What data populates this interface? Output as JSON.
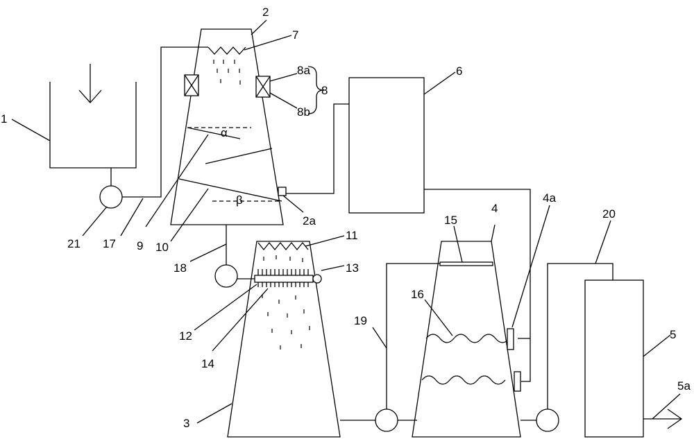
{
  "labels": {
    "n1": "1",
    "n2": "2",
    "n2a": "2a",
    "n3": "3",
    "n4": "4",
    "n4a": "4a",
    "n5": "5",
    "n5a": "5a",
    "n6": "6",
    "n7": "7",
    "n8": "8",
    "n8a": "8a",
    "n8b": "8b",
    "n9": "9",
    "n10": "10",
    "n11": "11",
    "n12": "12",
    "n13": "13",
    "n14": "14",
    "n15": "15",
    "n16": "16",
    "n17": "17",
    "n18": "18",
    "n19": "19",
    "n20": "20",
    "n21": "21",
    "alpha": "α",
    "beta": "β"
  }
}
